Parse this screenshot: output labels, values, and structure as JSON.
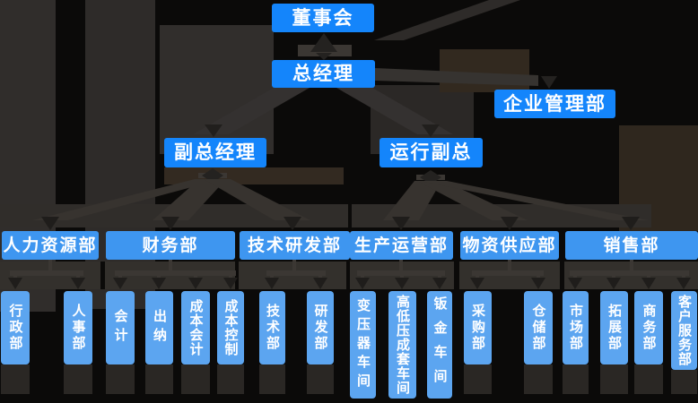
{
  "chart_type": "org-chart",
  "palette": {
    "executive_box_blue": "#1485fb",
    "department_box_blue": "#3e96f0",
    "team_box_blue": "#5ca5f0",
    "box_text": "#ffffff",
    "background": "#0b0a09",
    "connector_gray": "#3b3733",
    "arrowhead_dark": "#242220"
  },
  "nodes": {
    "board": "董事会",
    "gm": "总经理",
    "ent_mgmt": "企业管理部",
    "deputy_gm": "副总经理",
    "ops_vp": "运行副总",
    "hr": "人力资源部",
    "finance": "财务部",
    "tech_rnd": "技术研发部",
    "production": "生产运营部",
    "supply": "物资供应部",
    "sales": "销售部",
    "admin": "行政部",
    "personnel": "人事部",
    "accounting": "会计",
    "cashier": "出纳",
    "cost_accounting": "成本会计",
    "cost_control": "成本控制",
    "tech_dept": "技术部",
    "rd_dept": "研发部",
    "transformer_shop": "变压器车间",
    "hv_lv_assembly_shop": "高低压成套车间",
    "sheet_metal_shop": "钣金车间",
    "purchasing": "采购部",
    "warehouse": "仓储部",
    "marketing": "市场部",
    "expansion": "拓展部",
    "business": "商务部",
    "customer_service": "客户服务部"
  },
  "edges": [
    {
      "from": "board",
      "to": "gm",
      "style": "double-arrow"
    },
    {
      "from": "gm",
      "to": "ent_mgmt"
    },
    {
      "from": "gm",
      "to": "deputy_gm"
    },
    {
      "from": "gm",
      "to": "ops_vp"
    },
    {
      "from": "deputy_gm",
      "to": "hr"
    },
    {
      "from": "deputy_gm",
      "to": "finance"
    },
    {
      "from": "deputy_gm",
      "to": "tech_rnd"
    },
    {
      "from": "ops_vp",
      "to": "production"
    },
    {
      "from": "ops_vp",
      "to": "supply"
    },
    {
      "from": "ops_vp",
      "to": "sales"
    },
    {
      "from": "hr",
      "to": "admin"
    },
    {
      "from": "hr",
      "to": "personnel"
    },
    {
      "from": "finance",
      "to": "accounting"
    },
    {
      "from": "finance",
      "to": "cashier"
    },
    {
      "from": "finance",
      "to": "cost_accounting"
    },
    {
      "from": "finance",
      "to": "cost_control"
    },
    {
      "from": "tech_rnd",
      "to": "tech_dept"
    },
    {
      "from": "tech_rnd",
      "to": "rd_dept"
    },
    {
      "from": "production",
      "to": "transformer_shop"
    },
    {
      "from": "production",
      "to": "hv_lv_assembly_shop"
    },
    {
      "from": "production",
      "to": "sheet_metal_shop"
    },
    {
      "from": "supply",
      "to": "purchasing"
    },
    {
      "from": "supply",
      "to": "warehouse"
    },
    {
      "from": "sales",
      "to": "marketing"
    },
    {
      "from": "sales",
      "to": "expansion"
    },
    {
      "from": "sales",
      "to": "business"
    },
    {
      "from": "sales",
      "to": "customer_service"
    }
  ]
}
